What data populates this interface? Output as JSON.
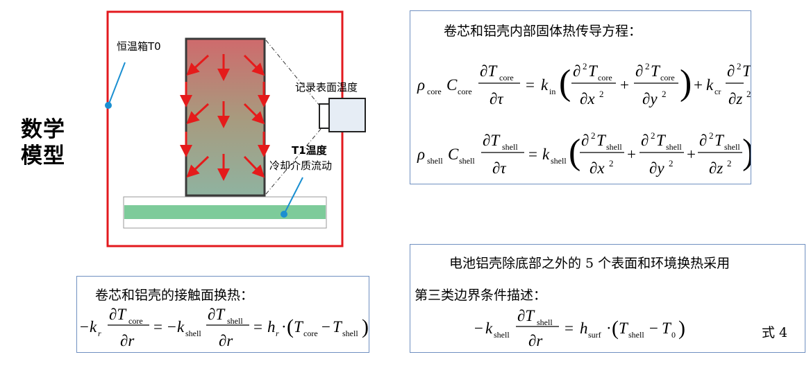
{
  "side_title": [
    "数学",
    "模型"
  ],
  "diagram": {
    "thermostat_label": "恒温箱T0",
    "camera_label": "记录表面温度",
    "coolant_temp_label": "T1温度",
    "coolant_flow_label": "冷却介质流动",
    "colors": {
      "enclosure": "#e3191e",
      "cell_top": "#cf6a6c",
      "cell_bottom": "#8fb3a0",
      "arrows": "#e51b1b",
      "coolant": "#7dcb9a",
      "pointer": "#1a8fd1",
      "box_border": "#6f8fc0"
    }
  },
  "box_conduction": {
    "title": "卷芯和铝壳内部固体热传导方程："
  },
  "box_contact": {
    "title": "卷芯和铝壳的接触面换热："
  },
  "box_boundary": {
    "title_line1": "电池铝壳除底部之外的 5 个表面和环境换热采用",
    "title_line2": "第三类边界条件描述：",
    "equation_tag": "式 4"
  }
}
